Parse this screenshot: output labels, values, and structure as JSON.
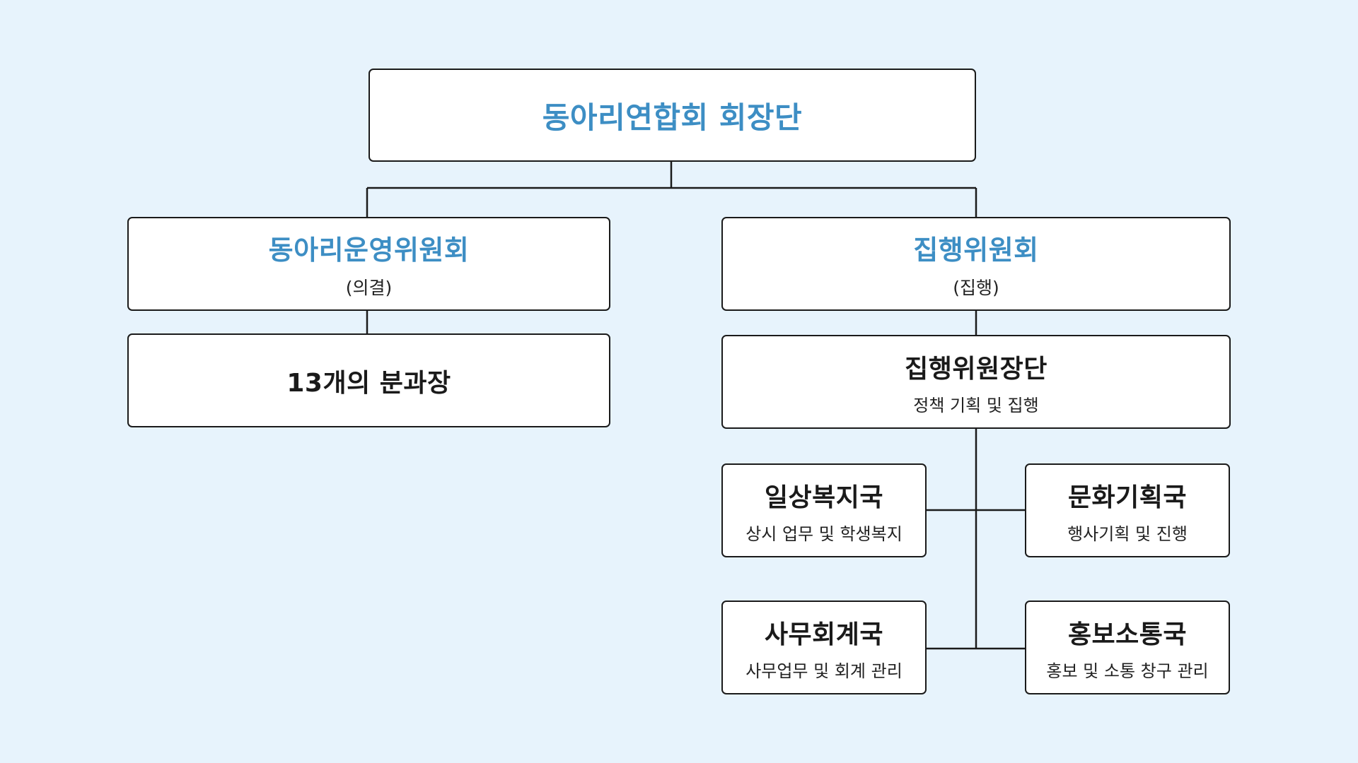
{
  "root": {
    "title": "동아리연합회 회장단"
  },
  "operation_committee": {
    "title": "동아리운영위원회",
    "subtitle": "(의결)"
  },
  "executive_committee": {
    "title": "집행위원회",
    "subtitle": "(집행)"
  },
  "department_heads": {
    "title": "13개의 분과장"
  },
  "executive_leaders": {
    "title": "집행위원장단",
    "subtitle": "정책 기획 및 집행"
  },
  "departments": [
    {
      "title": "일상복지국",
      "subtitle": "상시 업무 및 학생복지"
    },
    {
      "title": "문화기획국",
      "subtitle": "행사기획 및 진행"
    },
    {
      "title": "사무회계국",
      "subtitle": "사무업무 및 회계 관리"
    },
    {
      "title": "홍보소통국",
      "subtitle": "홍보 및 소통 창구 관리"
    }
  ],
  "colors": {
    "background": "#e7f3fc",
    "accent_text": "#3d8ec4",
    "line": "#1a1a1a",
    "box_fill": "#ffffff"
  }
}
